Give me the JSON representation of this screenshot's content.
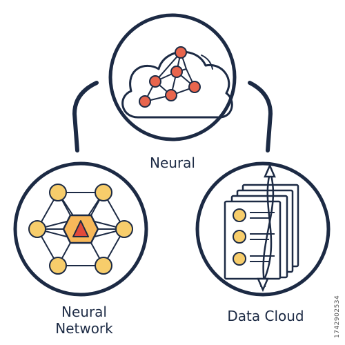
{
  "colors": {
    "outline": "#1c2a44",
    "node_red": "#e8654d",
    "node_yellow": "#f7cd6b",
    "hexagon_orange": "#f7b85a",
    "triangle_red": "#e24a3b"
  },
  "nodes": [
    {
      "id": "top",
      "label": "Neural",
      "icon": "neural-cloud-icon"
    },
    {
      "id": "left",
      "label": "Neural\nNetwork",
      "icon": "neural-network-hexagon-icon"
    },
    {
      "id": "right",
      "label": "Data Cloud",
      "icon": "data-documents-icon"
    }
  ],
  "watermark": "1742902534"
}
